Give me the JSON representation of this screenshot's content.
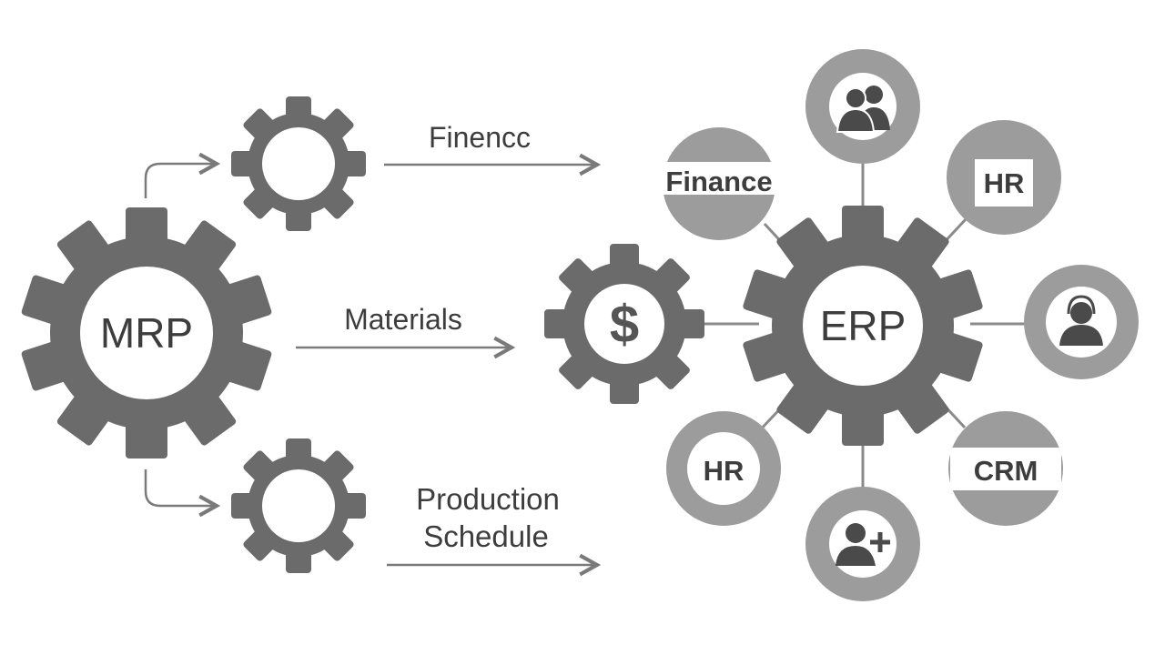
{
  "colors": {
    "gear": "#6b6b6b",
    "bubble": "#9c9c9c",
    "line": "#7a7a7a",
    "text": "#3d3d3d",
    "background": "#ffffff"
  },
  "mrp": {
    "label": "MRP"
  },
  "erp": {
    "label": "ERP"
  },
  "finance_gear": {
    "symbol": "$"
  },
  "flows": {
    "top": "Finencc",
    "middle": "Materials",
    "bottom_line1": "Production",
    "bottom_line2": "Schedule"
  },
  "erp_modules": {
    "finance": "Finance",
    "hr_top": "HR",
    "hr_bottom": "HR",
    "crm": "CRM"
  },
  "icons": {
    "top": "people-group-icon",
    "right": "user-headset-icon",
    "bottom": "user-add-icon"
  }
}
